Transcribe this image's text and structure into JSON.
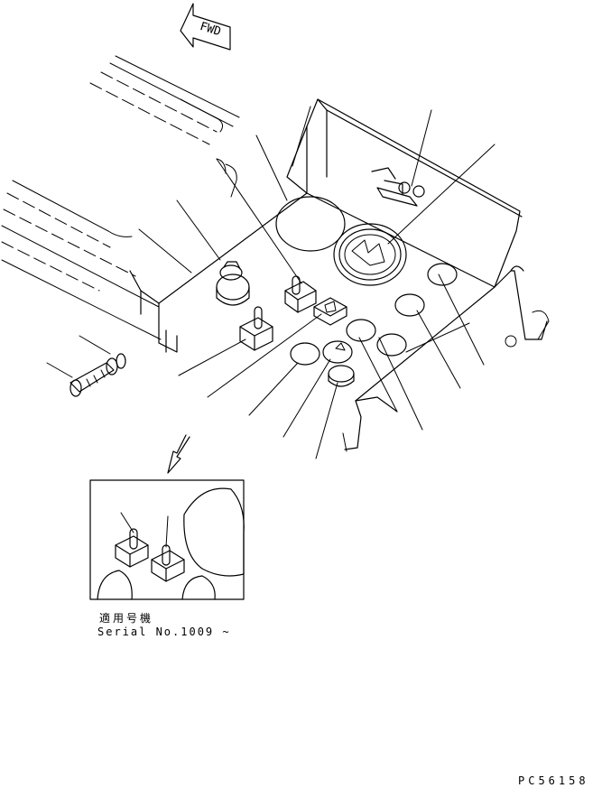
{
  "diagram": {
    "fwd_label": "FWD",
    "applicable_label": "適用号機",
    "serial_label": "Serial No.1009 ~",
    "drawing_code": "PC56158"
  }
}
